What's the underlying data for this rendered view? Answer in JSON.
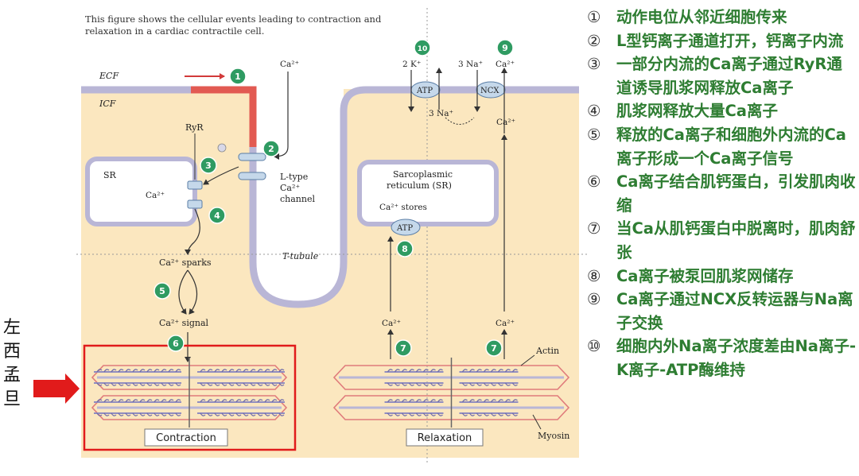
{
  "caption": "This figure shows the cellular events leading to contraction and relaxation in a cardiac contractile cell.",
  "side_label": [
    "左",
    "西",
    "孟",
    "旦"
  ],
  "regions": {
    "ecf": "ECF",
    "icf": "ICF"
  },
  "labels": {
    "ryr": "RyR",
    "sr": "SR",
    "ca_sr": "Ca²⁺",
    "ca_top": "Ca²⁺",
    "ltype": [
      "L-type",
      "Ca²⁺",
      "channel"
    ],
    "sparks": "Ca²⁺ sparks",
    "signal": "Ca²⁺ signal",
    "ttubule": "T-tubule",
    "sarco": [
      "Sarcoplasmic",
      "reticulum (SR)"
    ],
    "ca_stores": "Ca²⁺ stores",
    "atp_sr": "ATP",
    "k2": "2 K⁺",
    "na3_top": "3 Na⁺",
    "ca_ncx_top": "Ca²⁺",
    "atp_pump": "ATP",
    "ncx": "NCX",
    "na3_in": "3 Na⁺",
    "ca_ncx_in": "Ca²⁺",
    "ca_relax_left": "Ca²⁺",
    "ca_relax_right": "Ca²⁺",
    "actin": "Actin",
    "myosin": "Myosin",
    "contraction": "Contraction",
    "relaxation": "Relaxation"
  },
  "markers": [
    "1",
    "2",
    "3",
    "4",
    "5",
    "6",
    "7",
    "7",
    "8",
    "9",
    "10"
  ],
  "legend": [
    {
      "num": "①",
      "text": "动作电位从邻近细胞传来"
    },
    {
      "num": "②",
      "text": "L型钙离子通道打开，钙离子内流"
    },
    {
      "num": "③",
      "text": "一部分内流的Ca离子通过RyR通道诱导肌浆网释放Ca离子"
    },
    {
      "num": "④",
      "text": "肌浆网释放大量Ca离子"
    },
    {
      "num": "⑤",
      "text": "释放的Ca离子和细胞外内流的Ca离子形成一个Ca离子信号"
    },
    {
      "num": "⑥",
      "text": "Ca离子结合肌钙蛋白，引发肌肉收缩"
    },
    {
      "num": "⑦",
      "text": "当Ca从肌钙蛋白中脱离时，肌肉舒张"
    },
    {
      "num": "⑧",
      "text": "Ca离子被泵回肌浆网储存"
    },
    {
      "num": "⑨",
      "text": "Ca离子通过NCX反转运器与Na离子交换"
    },
    {
      "num": "⑩",
      "text": "细胞内外Na离子浓度差由Na离子-K离子-ATP酶维持"
    }
  ],
  "colors": {
    "cytoplasm": "#fbe7bf",
    "membrane": "#b9b6d6",
    "membrane_active": "#e25a52",
    "marker": "#2f9b62",
    "highlight_box": "#e11b1b",
    "legend_text": "#2e7d32"
  }
}
